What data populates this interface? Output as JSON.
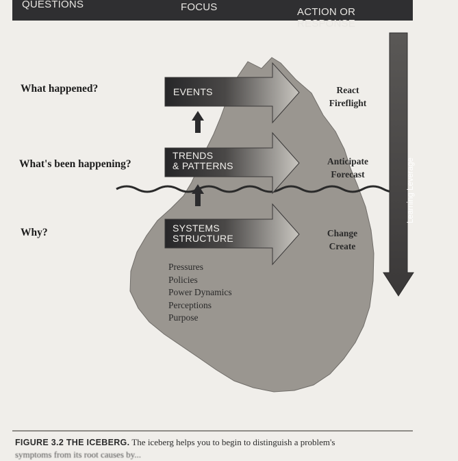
{
  "header": {
    "questions": "QUESTIONS",
    "focus": "FOCUS",
    "action": "ACTION OR RESPONSE"
  },
  "questions": [
    "What happened?",
    "What's been happening?",
    "Why?"
  ],
  "levels": [
    {
      "label_line1": "EVENTS",
      "label_line2": ""
    },
    {
      "label_line1": "TRENDS",
      "label_line2": "& PATTERNS"
    },
    {
      "label_line1": "SYSTEMS",
      "label_line2": "STRUCTURE"
    }
  ],
  "responses": [
    {
      "line1": "React",
      "line2": "Fireflight"
    },
    {
      "line1": "Anticipate",
      "line2": "Forecast"
    },
    {
      "line1": "Change",
      "line2": "Create"
    }
  ],
  "causes": [
    "Pressures",
    "Policies",
    "Power Dynamics",
    "Perceptions",
    "Purpose"
  ],
  "leverage_label": "Learning Leverage",
  "caption": {
    "figure": "FIGURE 3.2 THE ICEBERG.",
    "text": " The iceberg helps you to begin to distinguish a problem's",
    "line2": "symptoms from its root causes by..."
  },
  "colors": {
    "iceberg": "#9a9690",
    "header_bg": "#2f2f31",
    "dark_arrow": "#2b2b2d",
    "page": "#f0eeea"
  }
}
